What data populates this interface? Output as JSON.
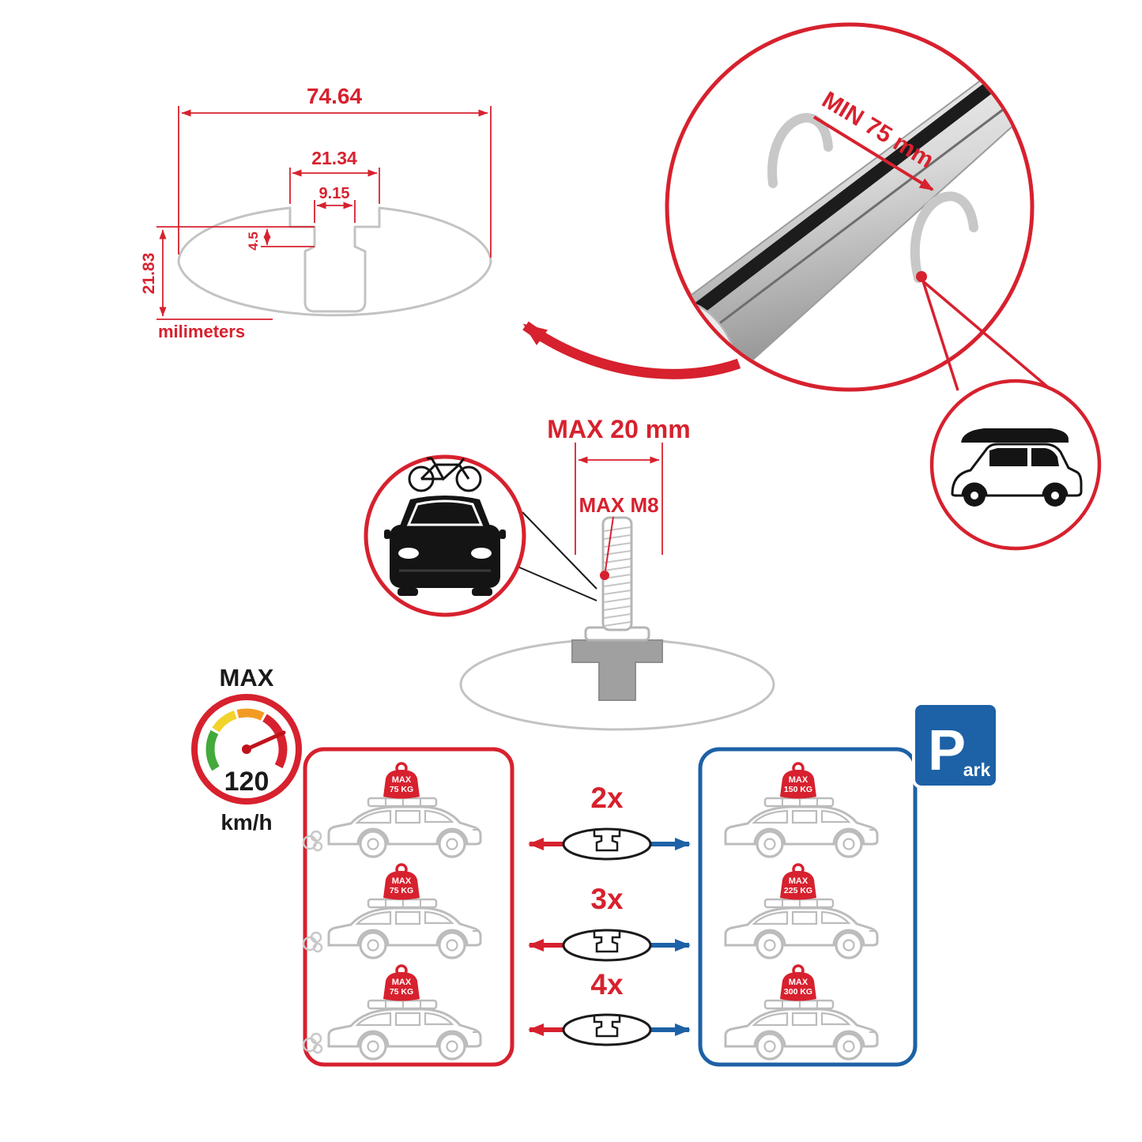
{
  "colors": {
    "accent_red": "#d7212e",
    "accent_blue": "#1d61a6",
    "drawing_gray": "#bcbcbc",
    "black": "#1a1a1a",
    "gauge_green": "#43a93c",
    "gauge_yellow": "#f2d32b",
    "gauge_orange": "#f29b24"
  },
  "cross_section": {
    "width_total": "74.64",
    "width_channel": "21.34",
    "width_slot": "9.15",
    "lip_depth": "4.5",
    "height": "21.83",
    "units_label": "milimeters"
  },
  "clamp": {
    "min_length_label": "MIN 75 mm"
  },
  "bolt": {
    "max_width_label": "MAX 20 mm",
    "max_thread_label": "MAX M8"
  },
  "speed_limit": {
    "label": "MAX",
    "value": "120",
    "unit": "km/h"
  },
  "park_sign": {
    "letter": "P",
    "suffix": "ark"
  },
  "crossbar_counts": [
    "2x",
    "3x",
    "4x"
  ],
  "load_limits": {
    "driving": [
      {
        "line1": "MAX",
        "line2": "75 KG"
      },
      {
        "line1": "MAX",
        "line2": "75 KG"
      },
      {
        "line1": "MAX",
        "line2": "75 KG"
      }
    ],
    "parked": [
      {
        "line1": "MAX",
        "line2": "150 KG"
      },
      {
        "line1": "MAX",
        "line2": "225 KG"
      },
      {
        "line1": "MAX",
        "line2": "300 KG"
      }
    ]
  }
}
